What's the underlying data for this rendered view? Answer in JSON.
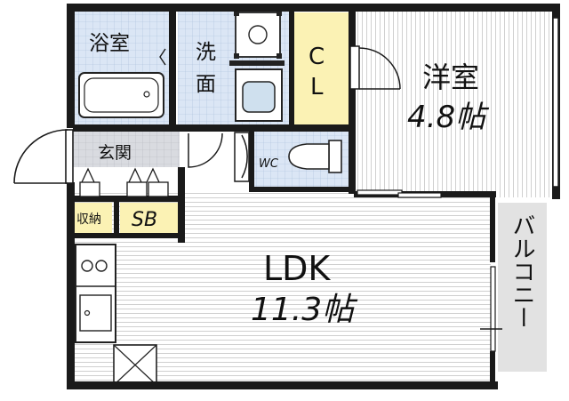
{
  "rooms": {
    "bath": "浴室",
    "washroom_line1": "洗",
    "washroom_line2": "面",
    "closet_line1": "C",
    "closet_line2": "L",
    "western_name": "洋室",
    "western_size": "4.8帖",
    "entrance": "玄関",
    "wc": "WC",
    "storage": "収納",
    "shoe_box": "SB",
    "ldk_name": "LDK",
    "ldk_size": "11.3帖",
    "balcony": "バルコニー"
  },
  "colors": {
    "wall": "#1a1a1a",
    "wet_area_tint": "#dbe6f5",
    "closet_tint": "#fbf2b4",
    "entrance_tint": "#d9dbe0",
    "balcony_tint": "#e2e2e2",
    "floor_lines": "#b8b8b8"
  }
}
